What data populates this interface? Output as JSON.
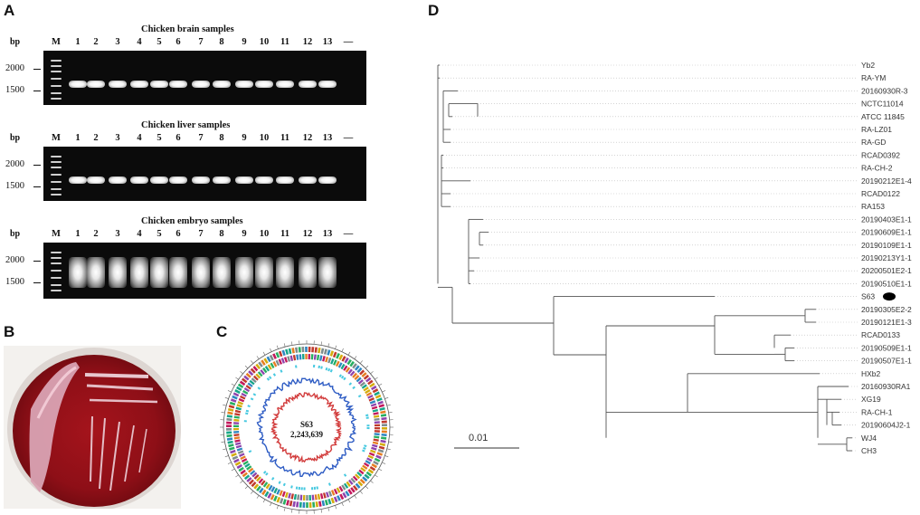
{
  "panels": {
    "a": "A",
    "b": "B",
    "c": "C",
    "d": "D"
  },
  "gels": [
    {
      "title": "Chicken brain samples",
      "bp": "bp",
      "marker": "M",
      "lanes": [
        "1",
        "2",
        "3",
        "4",
        "5",
        "6",
        "7",
        "8",
        "9",
        "10",
        "11",
        "12",
        "13",
        "—"
      ],
      "size_hi": "2000",
      "size_lo": "1500"
    },
    {
      "title": "Chicken liver samples",
      "bp": "bp",
      "marker": "M",
      "lanes": [
        "1",
        "2",
        "3",
        "4",
        "5",
        "6",
        "7",
        "8",
        "9",
        "10",
        "11",
        "12",
        "13",
        "—"
      ],
      "size_hi": "2000",
      "size_lo": "1500"
    },
    {
      "title": "Chicken embryo samples",
      "bp": "bp",
      "marker": "M",
      "lanes": [
        "1",
        "2",
        "3",
        "4",
        "5",
        "6",
        "7",
        "8",
        "9",
        "10",
        "11",
        "12",
        "13",
        "—"
      ],
      "size_hi": "2000",
      "size_lo": "1500"
    }
  ],
  "genome": {
    "name": "S63",
    "size": "2,243,639"
  },
  "tree": {
    "scale_label": "0.01",
    "leaves": [
      "Yb2",
      "RA-YM",
      "20160930R-3",
      "NCTC11014",
      "ATCC 11845",
      "RA-LZ01",
      "RA-GD",
      "RCAD0392",
      "RA-CH-2",
      "20190212E1-4",
      "RCAD0122",
      "RA153",
      "20190403E1-1",
      "20190609E1-1",
      "20190109E1-1",
      "20190213Y1-1",
      "20200501E2-1",
      "20190510E1-1",
      "S63",
      "20190305E2-2",
      "20190121E1-3",
      "RCAD0133",
      "20190509E1-1",
      "20190507E1-1",
      "HXb2",
      "20160930RA1",
      "XG19",
      "RA-CH-1",
      "20190604J2-1",
      "WJ4",
      "CH3"
    ]
  }
}
